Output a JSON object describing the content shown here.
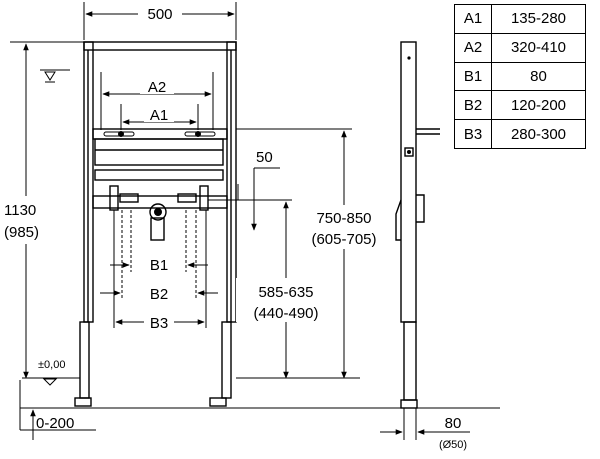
{
  "dimensions": {
    "frame_width": "500",
    "height_main": "1130",
    "height_alt": "(985)",
    "a2": "A2",
    "a1": "A1",
    "offset_50": "50",
    "h_upper_main": "750-850",
    "h_upper_alt": "(605-705)",
    "h_lower_main": "585-635",
    "h_lower_alt": "(440-490)",
    "b1": "B1",
    "b2": "B2",
    "b3": "B3",
    "zero_level": "±0,00",
    "floor_adjust": "0-200",
    "depth_main": "80",
    "depth_alt": "(Ø50)"
  },
  "table": [
    {
      "key": "A1",
      "value": "135-280"
    },
    {
      "key": "A2",
      "value": "320-410"
    },
    {
      "key": "B1",
      "value": "80"
    },
    {
      "key": "B2",
      "value": "120-200"
    },
    {
      "key": "B3",
      "value": "280-300"
    }
  ]
}
